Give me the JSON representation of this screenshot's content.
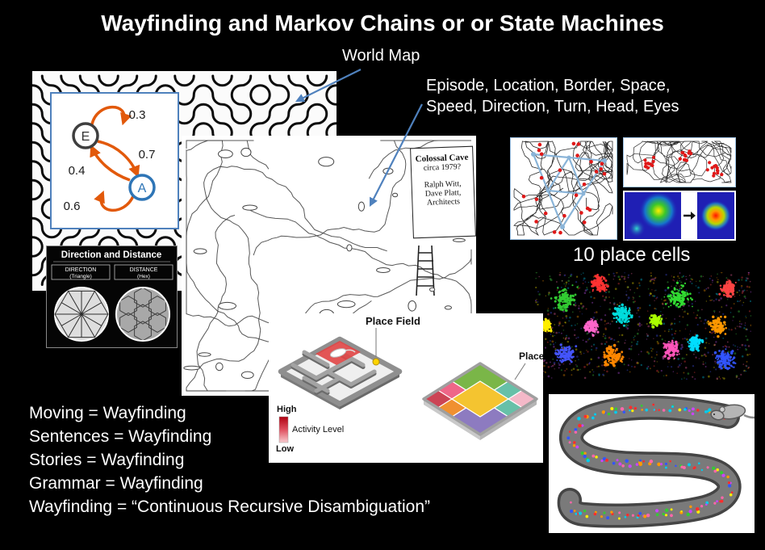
{
  "slide": {
    "title": "Wayfinding and Markov Chains or or State Machines",
    "labels": {
      "world_map": "World Map",
      "episode_line1": "Episode, Location, Border, Space,",
      "episode_line2": "Speed, Direction, Turn, Head, Eyes",
      "place_cells": "10 place cells"
    },
    "equations": [
      "Moving = Wayfinding",
      "Sentences = Wayfinding",
      "Stories = Wayfinding",
      "Grammar = Wayfinding",
      "Wayfinding = “Continuous Recursive Disambiguation”"
    ],
    "colors": {
      "background": "#000000",
      "text": "#ffffff",
      "connector_arrow_blue": "#4f81bd",
      "markov_arrow_orange": "#e2590b",
      "red_dots": "#e01818"
    }
  },
  "markov_diagram": {
    "node_e": "E",
    "node_a": "A",
    "prob_e_self": "0.3",
    "prob_e_to_a": "0.7",
    "prob_a_to_e": "0.4",
    "prob_a_self": "0.6"
  },
  "direction_distance_panel": {
    "title": "Direction and Distance",
    "columns": [
      {
        "title": "DIRECTION",
        "subtitle": "(Triangle)"
      },
      {
        "title": "DISTANCE",
        "subtitle": "(Hex)"
      }
    ]
  },
  "cave_map": {
    "sign_lines": [
      "Colossal Cave",
      "circa 1979?",
      "Ralph Witt,",
      "Dave Platt,",
      "Architects"
    ]
  },
  "place_field_figure": {
    "title": "Place Field",
    "place_label": "Place",
    "legend": {
      "high": "High",
      "low": "Low",
      "label": "Activity Level"
    }
  }
}
